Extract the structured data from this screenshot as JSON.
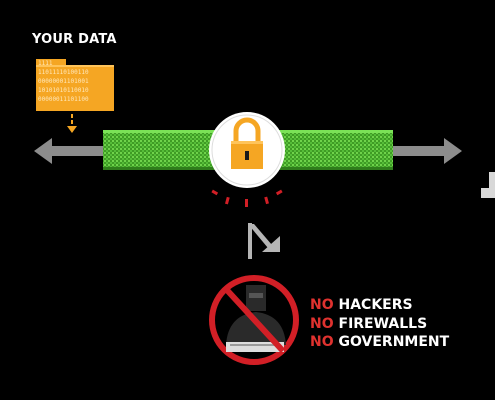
{
  "title": "YOUR DATA",
  "folder": {
    "binary_lines": [
      "1111",
      "11011110100110",
      "00000001101001",
      "10101010110010",
      "00000011101100"
    ]
  },
  "icons": {
    "folder": "folder-icon",
    "lock": "padlock-icon",
    "arrow": "bent-arrow-icon",
    "hacker": "hacker-icon",
    "prohibited": "no-sign-icon",
    "computer": "computer-icon"
  },
  "list": {
    "items": [
      {
        "no": "NO",
        "rest": "HACKERS"
      },
      {
        "no": "NO",
        "rest": "FIREWALLS"
      },
      {
        "no": "NO",
        "rest": "GOVERNMENT"
      }
    ]
  },
  "colors": {
    "background": "#000000",
    "folder": "#f5a623",
    "lock": "#f5a623",
    "pipe": "#4caf2e",
    "arrow": "#8c8c8c",
    "no_sign": "#d21f26",
    "text": "#ffffff",
    "no_text": "#e0322f"
  }
}
